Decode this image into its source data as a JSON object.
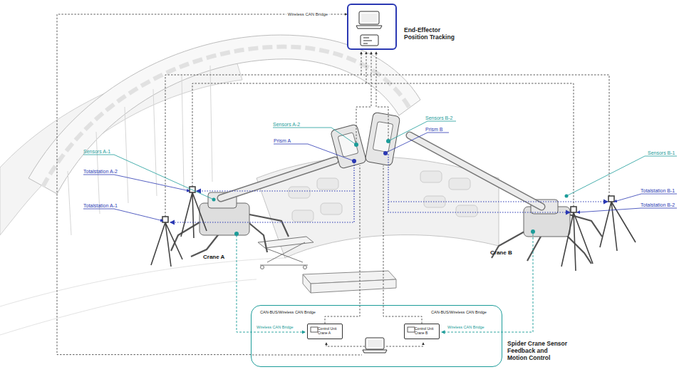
{
  "diagram": {
    "nodes": [
      {
        "text": [
          "End-Effector Position Tracking"
        ]
      },
      {
        "text": [
          "Spider Crane Sensor Feedback and Motion Control"
        ]
      },
      {
        "text": [
          "Control Unit Crane A"
        ],
        "in": 1
      },
      {
        "text": [
          "Control Unit Crane B"
        ],
        "in": 1
      }
    ],
    "edges": [
      {
        "from": 1,
        "to": 0,
        "label": "Wireless CAN Bridge",
        "arrow": "to"
      }
    ],
    "labels": [
      "Sensors A-2",
      "Prism A",
      "Sensors A-1",
      "Totalstation A-2",
      "Totalstation A-1",
      "Crane A",
      "Sensors B-2",
      "Prism B",
      "Sensors B-1",
      "Totalstation B-1",
      "Totalstation B-2",
      "Crane B",
      "CAN-BUS/Wireless CAN Bridge",
      "CAN-BUS/Wireless CAN Bridge",
      "Wireless CAN Bridge",
      "Wireless CAN Bridge"
    ]
  }
}
